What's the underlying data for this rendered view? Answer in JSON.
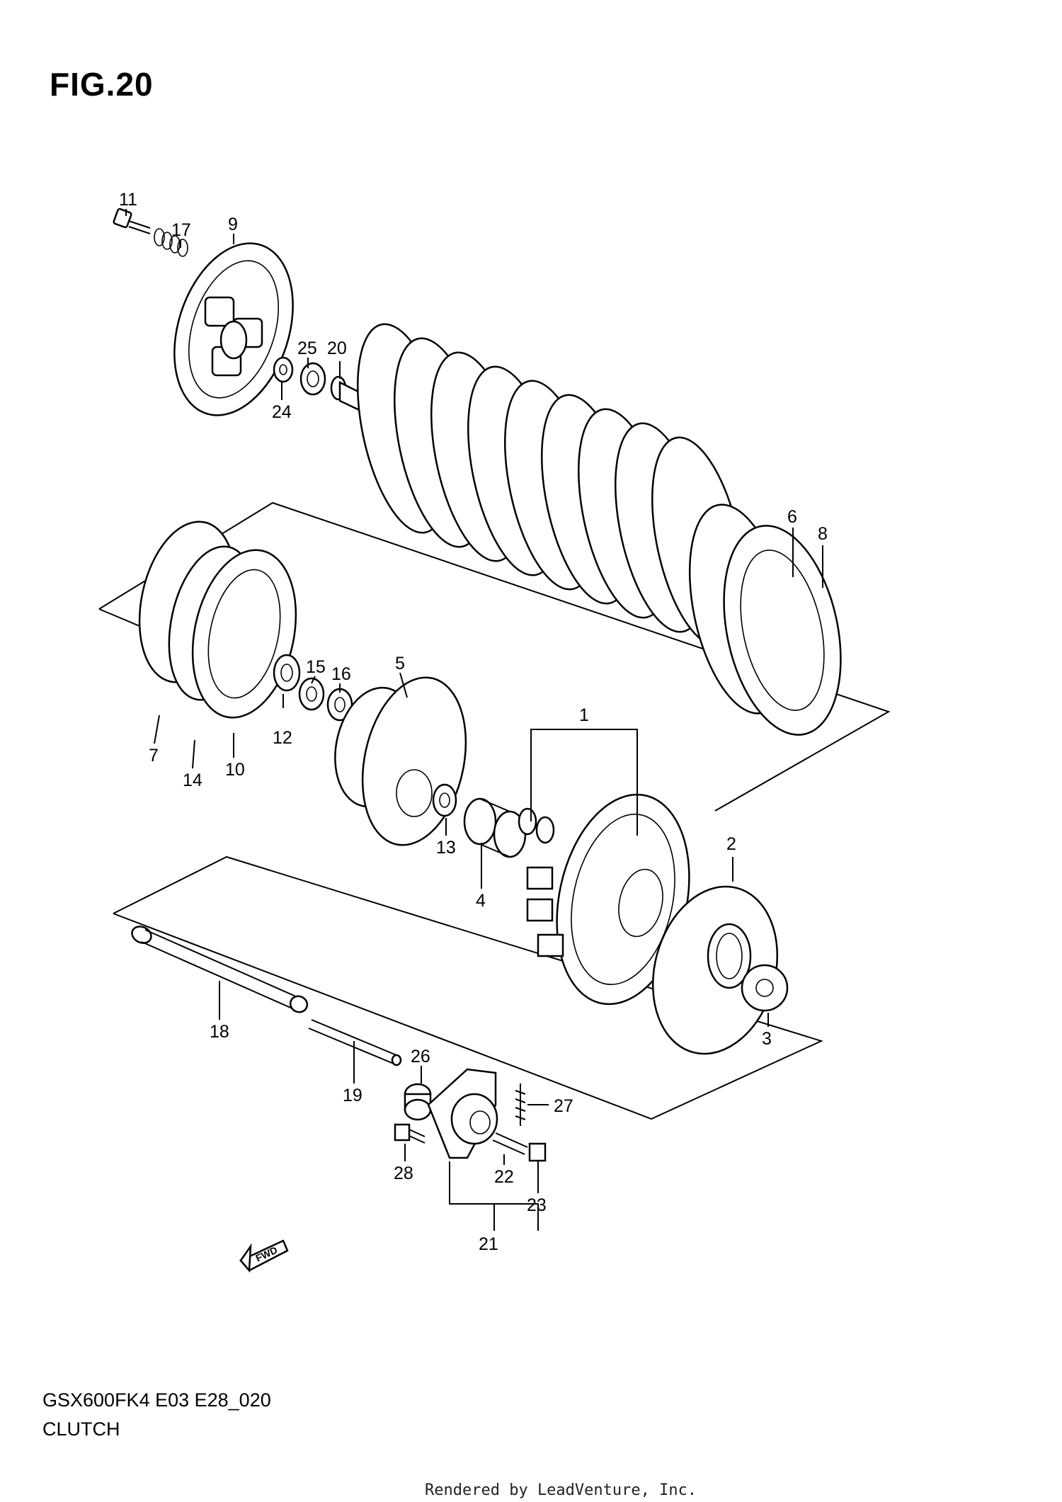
{
  "figure": {
    "title": "FIG.20",
    "model_code": "GSX600FK4 E03 E28_020",
    "section_name": "CLUTCH",
    "rendered_by": "Rendered by LeadVenture, Inc.",
    "fwd_label": "FWD"
  },
  "callouts": {
    "p1": "1",
    "p2": "2",
    "p3": "3",
    "p4": "4",
    "p5": "5",
    "p6": "6",
    "p7": "7",
    "p8": "8",
    "p9": "9",
    "p10": "10",
    "p11": "11",
    "p12": "12",
    "p13": "13",
    "p14": "14",
    "p15": "15",
    "p16": "16",
    "p17": "17",
    "p18": "18",
    "p19": "19",
    "p20": "20",
    "p21": "21",
    "p22": "22",
    "p23": "23",
    "p24": "24",
    "p25": "25",
    "p26": "26",
    "p27": "27",
    "p28": "28"
  }
}
